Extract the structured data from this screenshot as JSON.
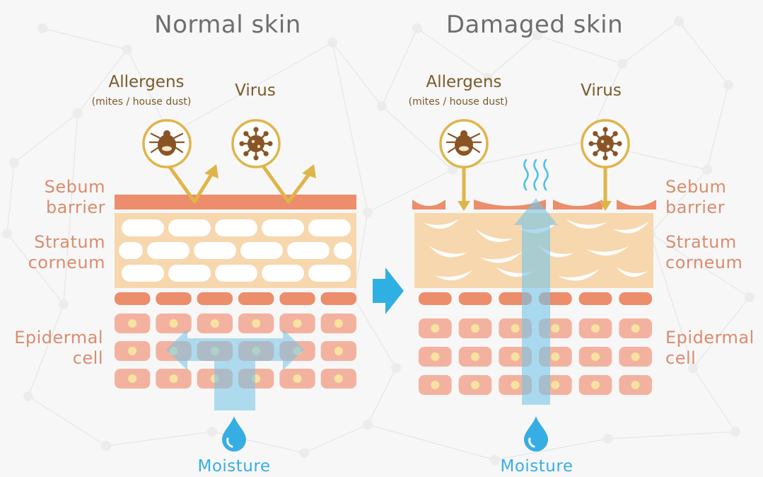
{
  "panels": {
    "normal": {
      "title": "Normal skin",
      "allergen_label": "Allergens",
      "allergen_sublabel": "(mites / house dust)",
      "virus_label": "Virus",
      "moisture_label": "Moisture"
    },
    "damaged": {
      "title": "Damaged skin",
      "allergen_label": "Allergens",
      "allergen_sublabel": "(mites / house dust)",
      "virus_label": "Virus",
      "moisture_label": "Moisture"
    }
  },
  "layers": {
    "sebum": [
      "Sebum",
      "barrier"
    ],
    "stratum": [
      "Stratum",
      "corneum"
    ],
    "epidermal": [
      "Epidermal",
      "cell"
    ]
  },
  "colors": {
    "sebum": "#ec8d6c",
    "stratum": "#f7d7ae",
    "epidermal": "#f3b2a0",
    "moisture": "#37aee3",
    "hazard": "#e0b44a",
    "mite": "#8a5426"
  }
}
